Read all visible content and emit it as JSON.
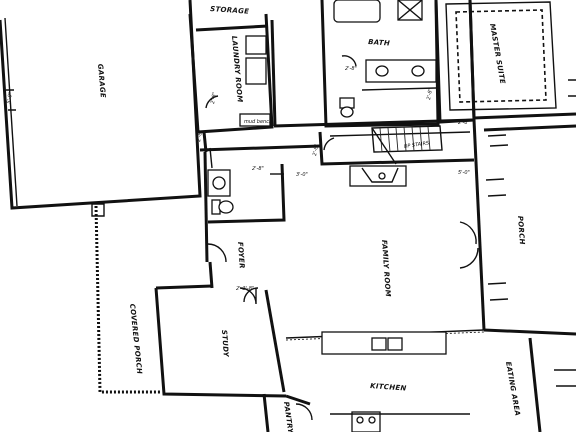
{
  "rooms": {
    "storage": "STORAGE",
    "bath": "BATH",
    "master_suite": "MASTER SUITE",
    "laundry_room": "LAUNDRY ROOM",
    "garage": "GARAGE",
    "family_room": "FAMILY ROOM",
    "foyer": "FOYER",
    "study": "STUDY",
    "covered_porch": "COVERED PORCH",
    "porch": "PORCH",
    "kitchen": "KITCHEN",
    "eating_area": "EATING AREA",
    "pantry": "PANTRY"
  },
  "labels": {
    "up_stairs": "UP STAIRS",
    "mud_bench": "mud bench"
  },
  "dims": {
    "d_laundry": "2'-8\"",
    "d_bath": "2'-8\"",
    "d_half_bath": "2'-8\"",
    "d_family_west": "3'-0\"",
    "d_garage_door": "2'-8\"",
    "d_master_door": "2'-8\"",
    "d_bath_side": "2'-8\"",
    "d_hall": "2'-8\"",
    "d_study": "2'-2'-8\"",
    "d_family_east": "5'-0\"",
    "d_garage_side": "5'-0\""
  }
}
